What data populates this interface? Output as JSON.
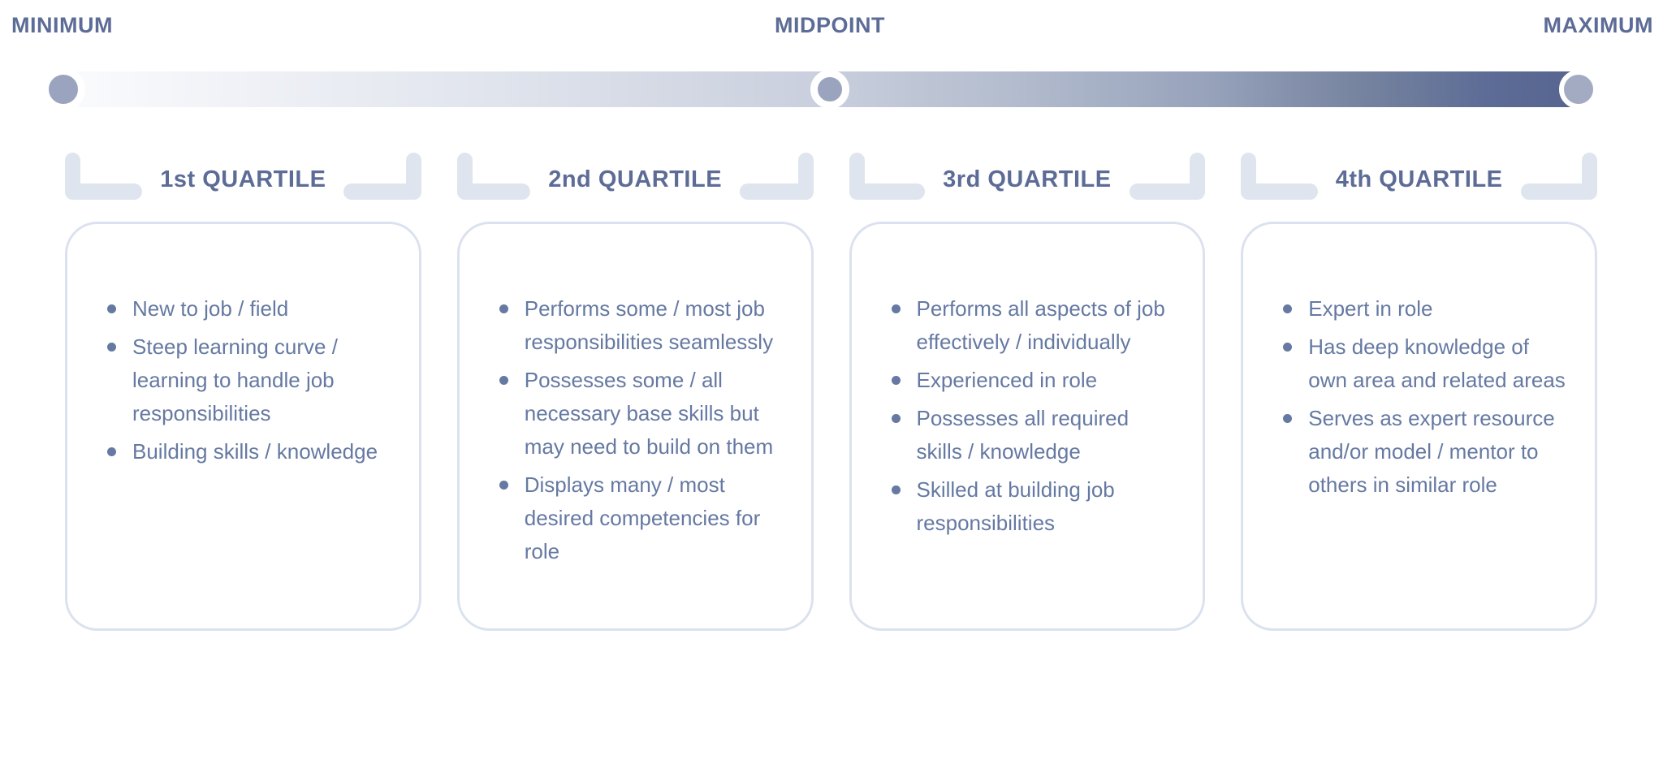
{
  "diagram": {
    "range_labels": {
      "minimum": "MINIMUM",
      "midpoint": "MIDPOINT",
      "maximum": "MAXIMUM"
    },
    "quartiles": [
      {
        "title": "1st QUARTILE",
        "bullets": [
          "New to job / field",
          "Steep learning curve / learning to handle job responsibilities",
          "Building skills / knowledge"
        ]
      },
      {
        "title": "2nd QUARTILE",
        "bullets": [
          "Performs some / most job responsibilities seamlessly",
          "Possesses some / all necessary base skills but may need to build on them",
          "Displays many / most desired competencies for role"
        ]
      },
      {
        "title": "3rd QUARTILE",
        "bullets": [
          "Performs all aspects of job effectively / individually",
          "Experienced in role",
          "Possesses all required skills / knowledge",
          "Skilled at building job responsibilities"
        ]
      },
      {
        "title": "4th QUARTILE",
        "bullets": [
          "Expert in role",
          "Has deep knowledge of own area and related areas",
          "Serves as expert resource and/or model / mentor to others in similar role"
        ]
      }
    ],
    "colors": {
      "heading": "#5d6c96",
      "body_text": "#6579a2",
      "bracket": "#dfe5ef",
      "card_border": "#dbe2ef",
      "marker_fill": "#9aa4be",
      "bar_gradient_start": "#fbfcfe",
      "bar_gradient_end": "#55648e"
    }
  }
}
